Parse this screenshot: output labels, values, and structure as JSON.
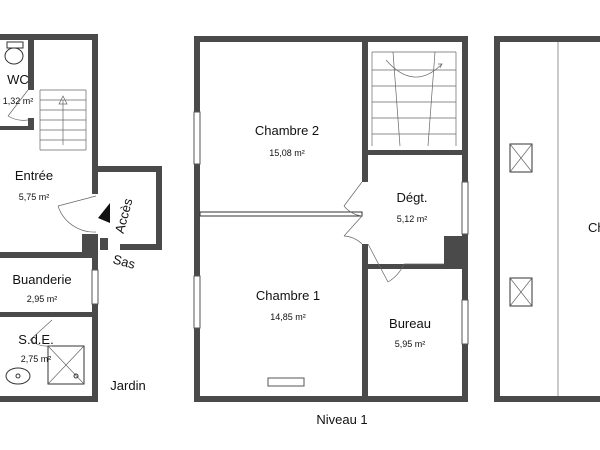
{
  "rooms": {
    "wc": {
      "label": "WC",
      "area": "1,32 m²"
    },
    "entree": {
      "label": "Entrée",
      "area": "5,75 m²"
    },
    "buanderie": {
      "label": "Buanderie",
      "area": "2,95 m²"
    },
    "sde": {
      "label": "S.d.E.",
      "area": "2,75 m²"
    },
    "chambre2": {
      "label": "Chambre 2",
      "area": "15,08 m²"
    },
    "chambre1": {
      "label": "Chambre 1",
      "area": "14,85 m²"
    },
    "degt": {
      "label": "Dégt.",
      "area": "5,12 m²"
    },
    "bureau": {
      "label": "Bureau",
      "area": "5,95 m²"
    },
    "combles": {
      "label": "Ch"
    }
  },
  "labels": {
    "acces": "Accès",
    "sas": "Sas",
    "jardin": "Jardin",
    "niveau1": "Niveau 1"
  },
  "colors": {
    "wall": "#4a4a4a",
    "line": "#333333"
  }
}
